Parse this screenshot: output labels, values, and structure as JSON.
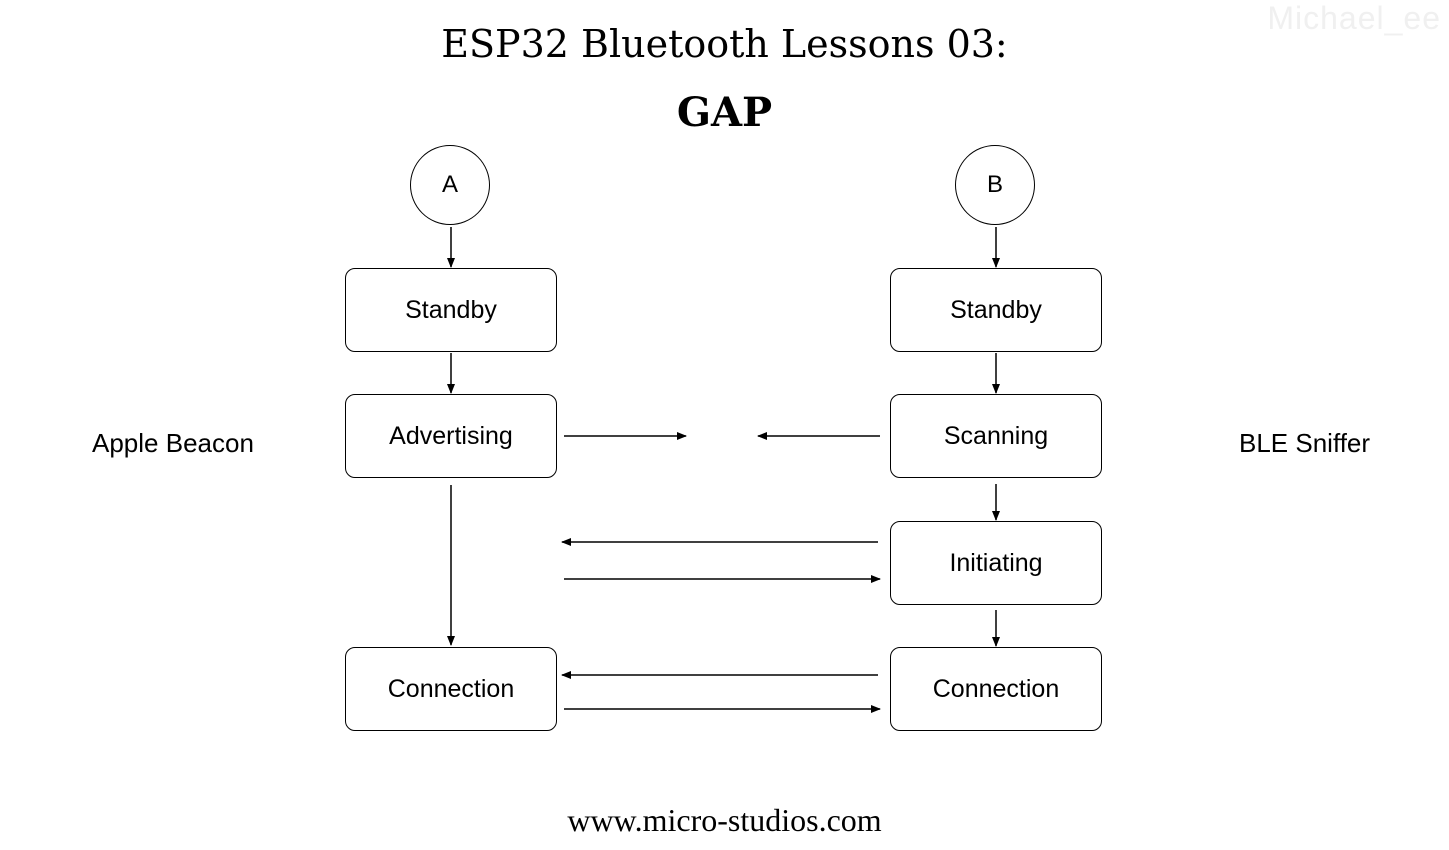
{
  "title": "ESP32 Bluetooth Lessons 03:",
  "subtitle": "GAP",
  "watermark": "Michael_ee",
  "footer": "www.micro-studios.com",
  "left_device": {
    "label": "Apple Beacon",
    "node": "A",
    "states": [
      "Standby",
      "Advertising",
      "Connection"
    ]
  },
  "right_device": {
    "label": "BLE Sniffer",
    "node": "B",
    "states": [
      "Standby",
      "Scanning",
      "Initiating",
      "Connection"
    ]
  },
  "colors": {
    "line": "#000000",
    "background": "#ffffff",
    "watermark": "#f0f0f0"
  }
}
